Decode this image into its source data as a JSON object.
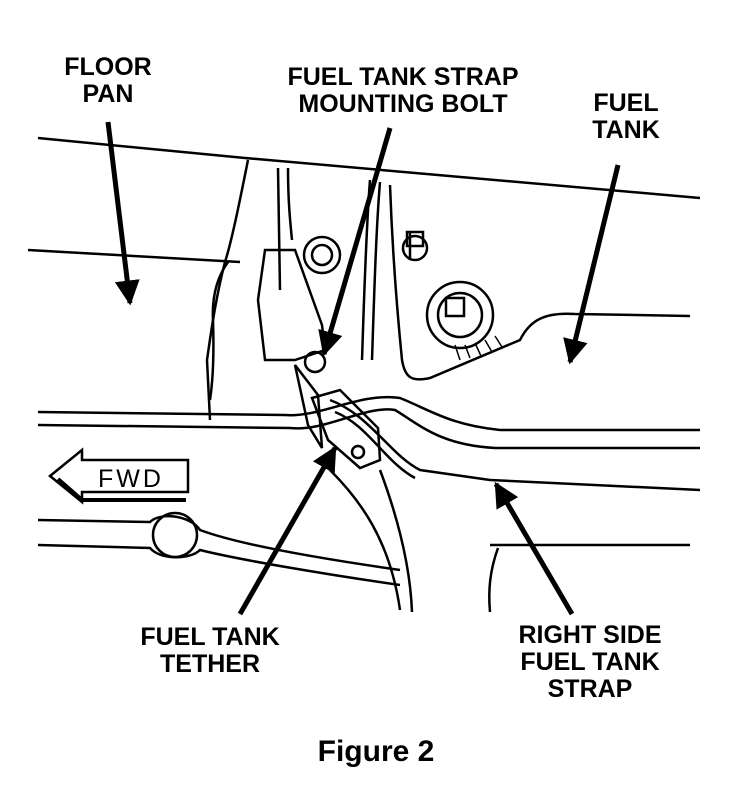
{
  "labels": {
    "floor_pan": [
      "FLOOR",
      "PAN"
    ],
    "mounting_bolt": [
      "FUEL TANK STRAP",
      "MOUNTING BOLT"
    ],
    "fuel_tank": [
      "FUEL",
      "TANK"
    ],
    "tether": [
      "FUEL TANK",
      "TETHER"
    ],
    "strap": [
      "RIGHT SIDE",
      "FUEL TANK",
      "STRAP"
    ]
  },
  "fwd_arrow": "FWD",
  "caption": "Figure 2",
  "colors": {
    "line": "#000000",
    "background": "#ffffff"
  }
}
